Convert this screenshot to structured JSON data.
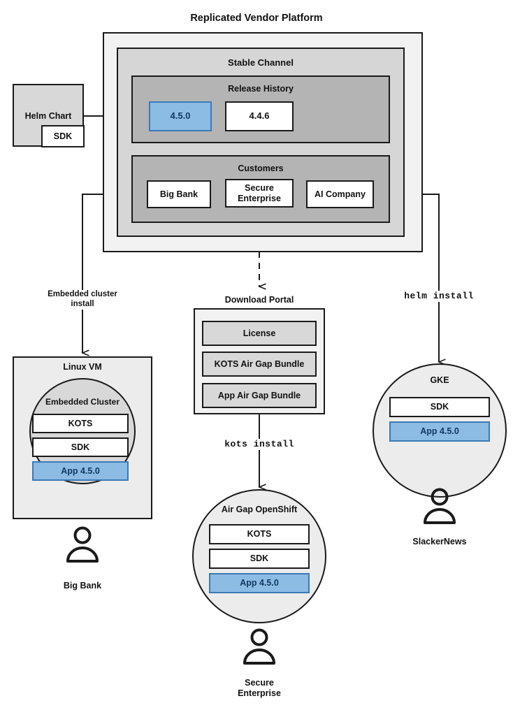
{
  "diagram": {
    "title": "Replicated Vendor Platform",
    "colors": {
      "accent_blue_fill": "#8cbbe4",
      "accent_blue_border": "#3b7ab5",
      "accent_blue_text": "#103a63",
      "platform_bg": "#f2f2f2",
      "channel_bg": "#d6d6d6",
      "group_bg": "#b4b4b4",
      "node_bg": "#ececec",
      "stroke": "#1a1a1a"
    }
  },
  "source": {
    "helm_chart": {
      "label": "Helm Chart",
      "sdk_label": "SDK"
    }
  },
  "platform": {
    "channel": {
      "title": "Stable Channel",
      "release_history": {
        "title": "Release History",
        "releases": [
          {
            "version": "4.5.0",
            "highlighted": true
          },
          {
            "version": "4.4.6",
            "highlighted": false
          }
        ]
      },
      "customers": {
        "title": "Customers",
        "items": [
          {
            "name": "Big Bank"
          },
          {
            "name": "Secure Enterprise"
          },
          {
            "name": "AI Company"
          }
        ]
      }
    }
  },
  "download_portal": {
    "title": "Download Portal",
    "artifacts": [
      {
        "label": "License"
      },
      {
        "label": "KOTS Air Gap Bundle"
      },
      {
        "label": "App Air Gap Bundle"
      }
    ]
  },
  "edges": {
    "embedded_cluster_install": "Embedded cluster\ninstall",
    "embedded_cluster_install_line1": "Embedded cluster",
    "embedded_cluster_install_line2": "install",
    "kots_install": "kots install",
    "helm_install": "helm install"
  },
  "targets": [
    {
      "id": "linux-vm",
      "outer_label": "Linux VM",
      "inner_label": "Embedded Cluster",
      "components": [
        {
          "label": "KOTS",
          "highlighted": false
        },
        {
          "label": "SDK",
          "highlighted": false
        },
        {
          "label": "App 4.5.0",
          "highlighted": true
        }
      ],
      "customer": "Big Bank"
    },
    {
      "id": "air-gap-openshift",
      "outer_label": "Air Gap OpenShift",
      "components": [
        {
          "label": "KOTS",
          "highlighted": false
        },
        {
          "label": "SDK",
          "highlighted": false
        },
        {
          "label": "App 4.5.0",
          "highlighted": true
        }
      ],
      "customer_line1": "Secure",
      "customer_line2": "Enterprise"
    },
    {
      "id": "gke",
      "outer_label": "GKE",
      "components": [
        {
          "label": "SDK",
          "highlighted": false
        },
        {
          "label": "App 4.5.0",
          "highlighted": true
        }
      ],
      "customer": "SlackerNews"
    }
  ]
}
